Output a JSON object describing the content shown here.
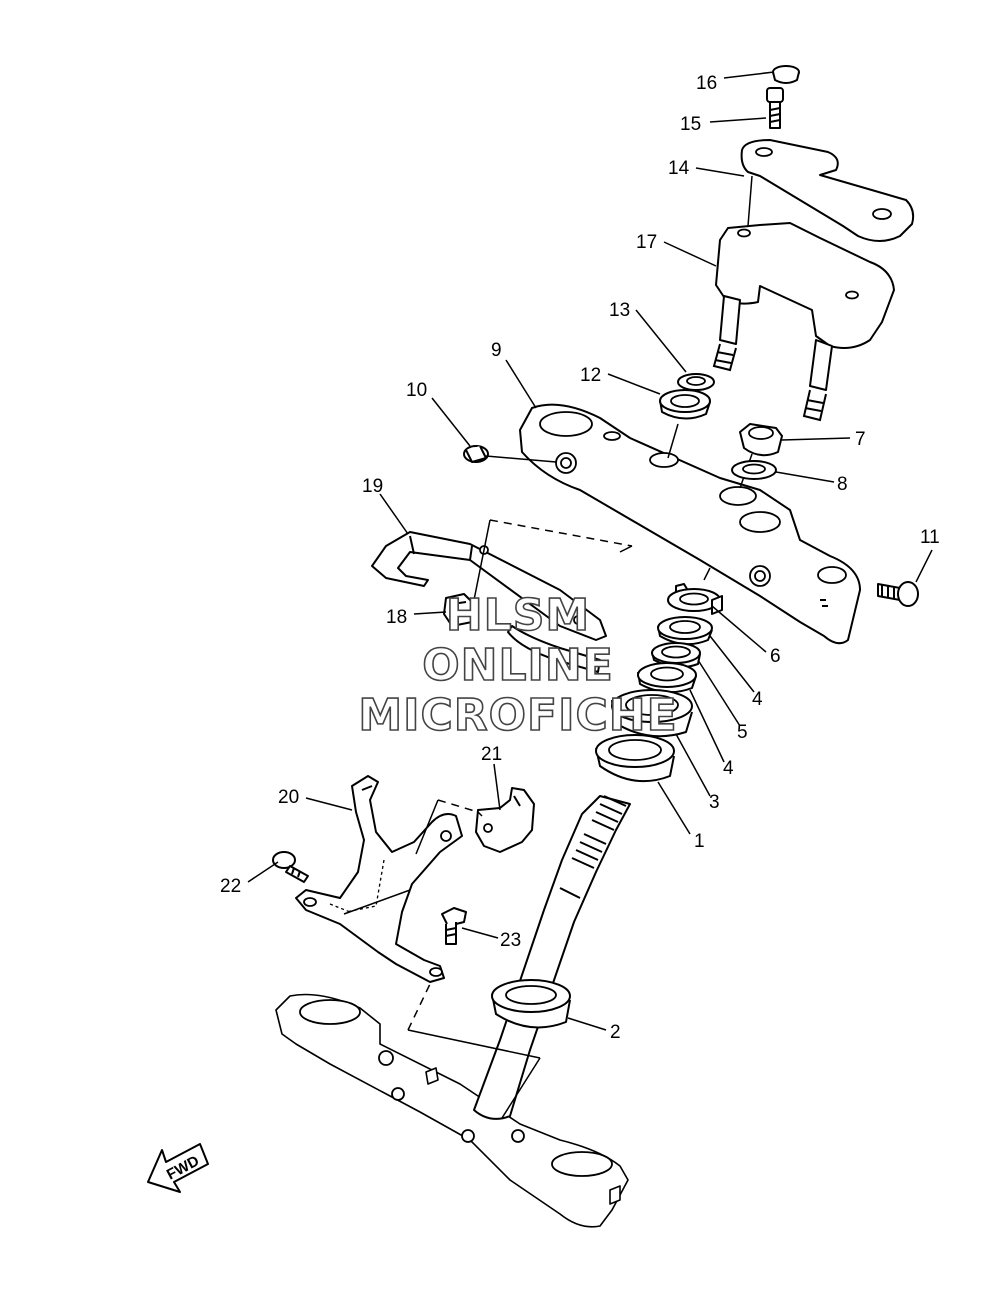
{
  "callouts": [
    {
      "label": "1"
    },
    {
      "label": "2"
    },
    {
      "label": "3"
    },
    {
      "label": "4"
    },
    {
      "label": "4"
    },
    {
      "label": "5"
    },
    {
      "label": "6"
    },
    {
      "label": "7"
    },
    {
      "label": "8"
    },
    {
      "label": "9"
    },
    {
      "label": "10"
    },
    {
      "label": "11"
    },
    {
      "label": "12"
    },
    {
      "label": "13"
    },
    {
      "label": "14"
    },
    {
      "label": "15"
    },
    {
      "label": "16"
    },
    {
      "label": "17"
    },
    {
      "label": "18"
    },
    {
      "label": "19"
    },
    {
      "label": "20"
    },
    {
      "label": "21"
    },
    {
      "label": "22"
    },
    {
      "label": "23"
    }
  ],
  "watermark": {
    "line1": "HLSM",
    "line2": "ONLINE",
    "line3": "MICROFICHE"
  },
  "fwd_label": "FWD"
}
